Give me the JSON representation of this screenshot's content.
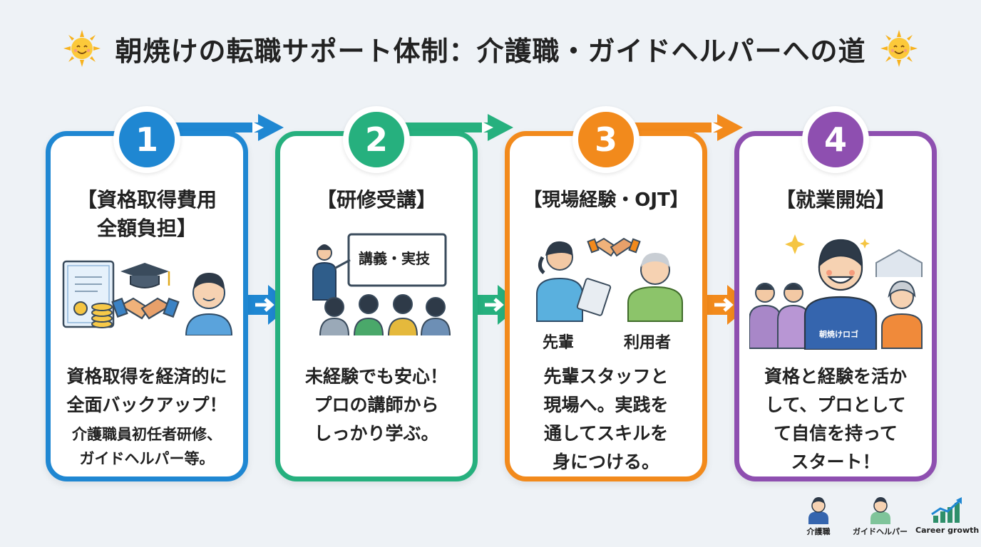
{
  "title": "朝焼けの転職サポート体制：介護職・ガイドヘルパーへの道",
  "steps": [
    {
      "number": "1",
      "heading_line1": "【資格取得費用",
      "heading_line2": "全額負担】",
      "body_line1": "資格取得を経済的に",
      "body_line2": "全面バックアップ！",
      "sub_line1": "介護職員初任者研修、",
      "sub_line2": "ガイドヘルパー等。",
      "color": "#1f87d2"
    },
    {
      "number": "2",
      "heading": "【研修受講】",
      "board_text": "講義・実技",
      "body_line1": "未経験でも安心！",
      "body_line2": "プロの講師から",
      "body_line3": "しっかり学ぶ。",
      "color": "#26b07e"
    },
    {
      "number": "3",
      "heading": "【現場経験・OJT】",
      "label_senior": "先輩",
      "label_user": "利用者",
      "body_line1": "先輩スタッフと",
      "body_line2": "現場へ。実践を",
      "body_line3": "通してスキルを",
      "body_line4": "身につける。",
      "color": "#f28a1c"
    },
    {
      "number": "4",
      "heading": "【就業開始】",
      "shirt_text": "朝焼けロゴ",
      "body_line1": "資格と経験を活か",
      "body_line2": "して、プロとして",
      "body_line3": "て自信を持って",
      "body_line4": "スタート！",
      "color": "#8e4fb0"
    }
  ],
  "legend": [
    {
      "label": "介護職",
      "icon": "caregiver-icon"
    },
    {
      "label": "ガイドヘルパー",
      "icon": "guide-helper-icon"
    },
    {
      "label": "Career growth",
      "icon": "growth-chart-icon"
    }
  ]
}
